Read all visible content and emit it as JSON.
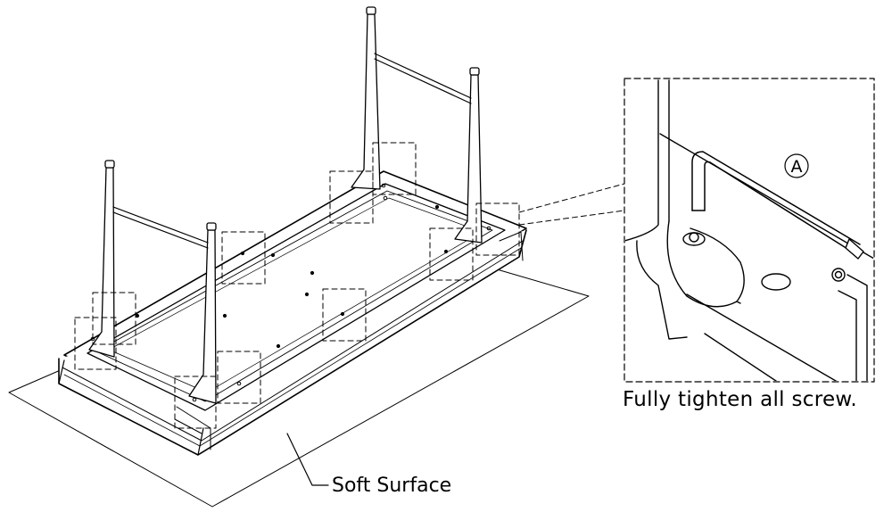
{
  "caption": "Fully tighten all screw.",
  "surface_label": "Soft Surface",
  "part_marker": "A",
  "colors": {
    "line": "#000000",
    "background": "#ffffff",
    "fill": "#ffffff"
  }
}
